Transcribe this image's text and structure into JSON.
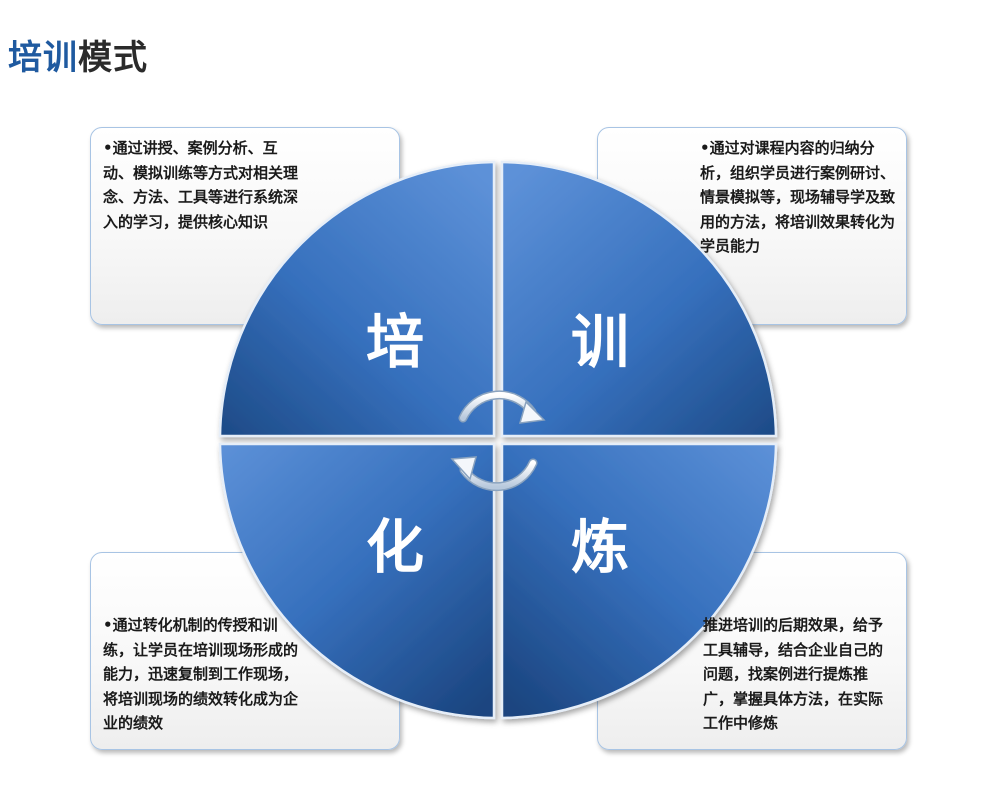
{
  "title": {
    "part1": "培训",
    "part2": "模式"
  },
  "quadrants": [
    {
      "char": "培",
      "text": "•通过讲授、案例分析、互动、模拟训练等方式对相关理念、方法、工具等进行系统深入的学习，提供核心知识"
    },
    {
      "char": "训",
      "text": "•通过对课程内容的归纳分析，组织学员进行案例研讨、情景模拟等，现场辅导学及致用的方法，将培训效果转化为学员能力"
    },
    {
      "char": "化",
      "text": "•通过转化机制的传授和训练，让学员在培训现场形成的能力，迅速复制到工作现场，将培训现场的绩效转化成为企业的绩效"
    },
    {
      "char": "炼",
      "text": "推进培训的后期效果，给予工具辅导，结合企业自己的问题，找案例进行提炼推广，掌握具体方法，在实际工作中修炼"
    }
  ],
  "colors": {
    "accent": "#1f5aa0",
    "quadrant_light": "#4e86d2",
    "quadrant_dark": "#1c4784",
    "box_border": "#a8c4e4"
  },
  "icons": {
    "cycle": "circular-arrows-icon"
  }
}
